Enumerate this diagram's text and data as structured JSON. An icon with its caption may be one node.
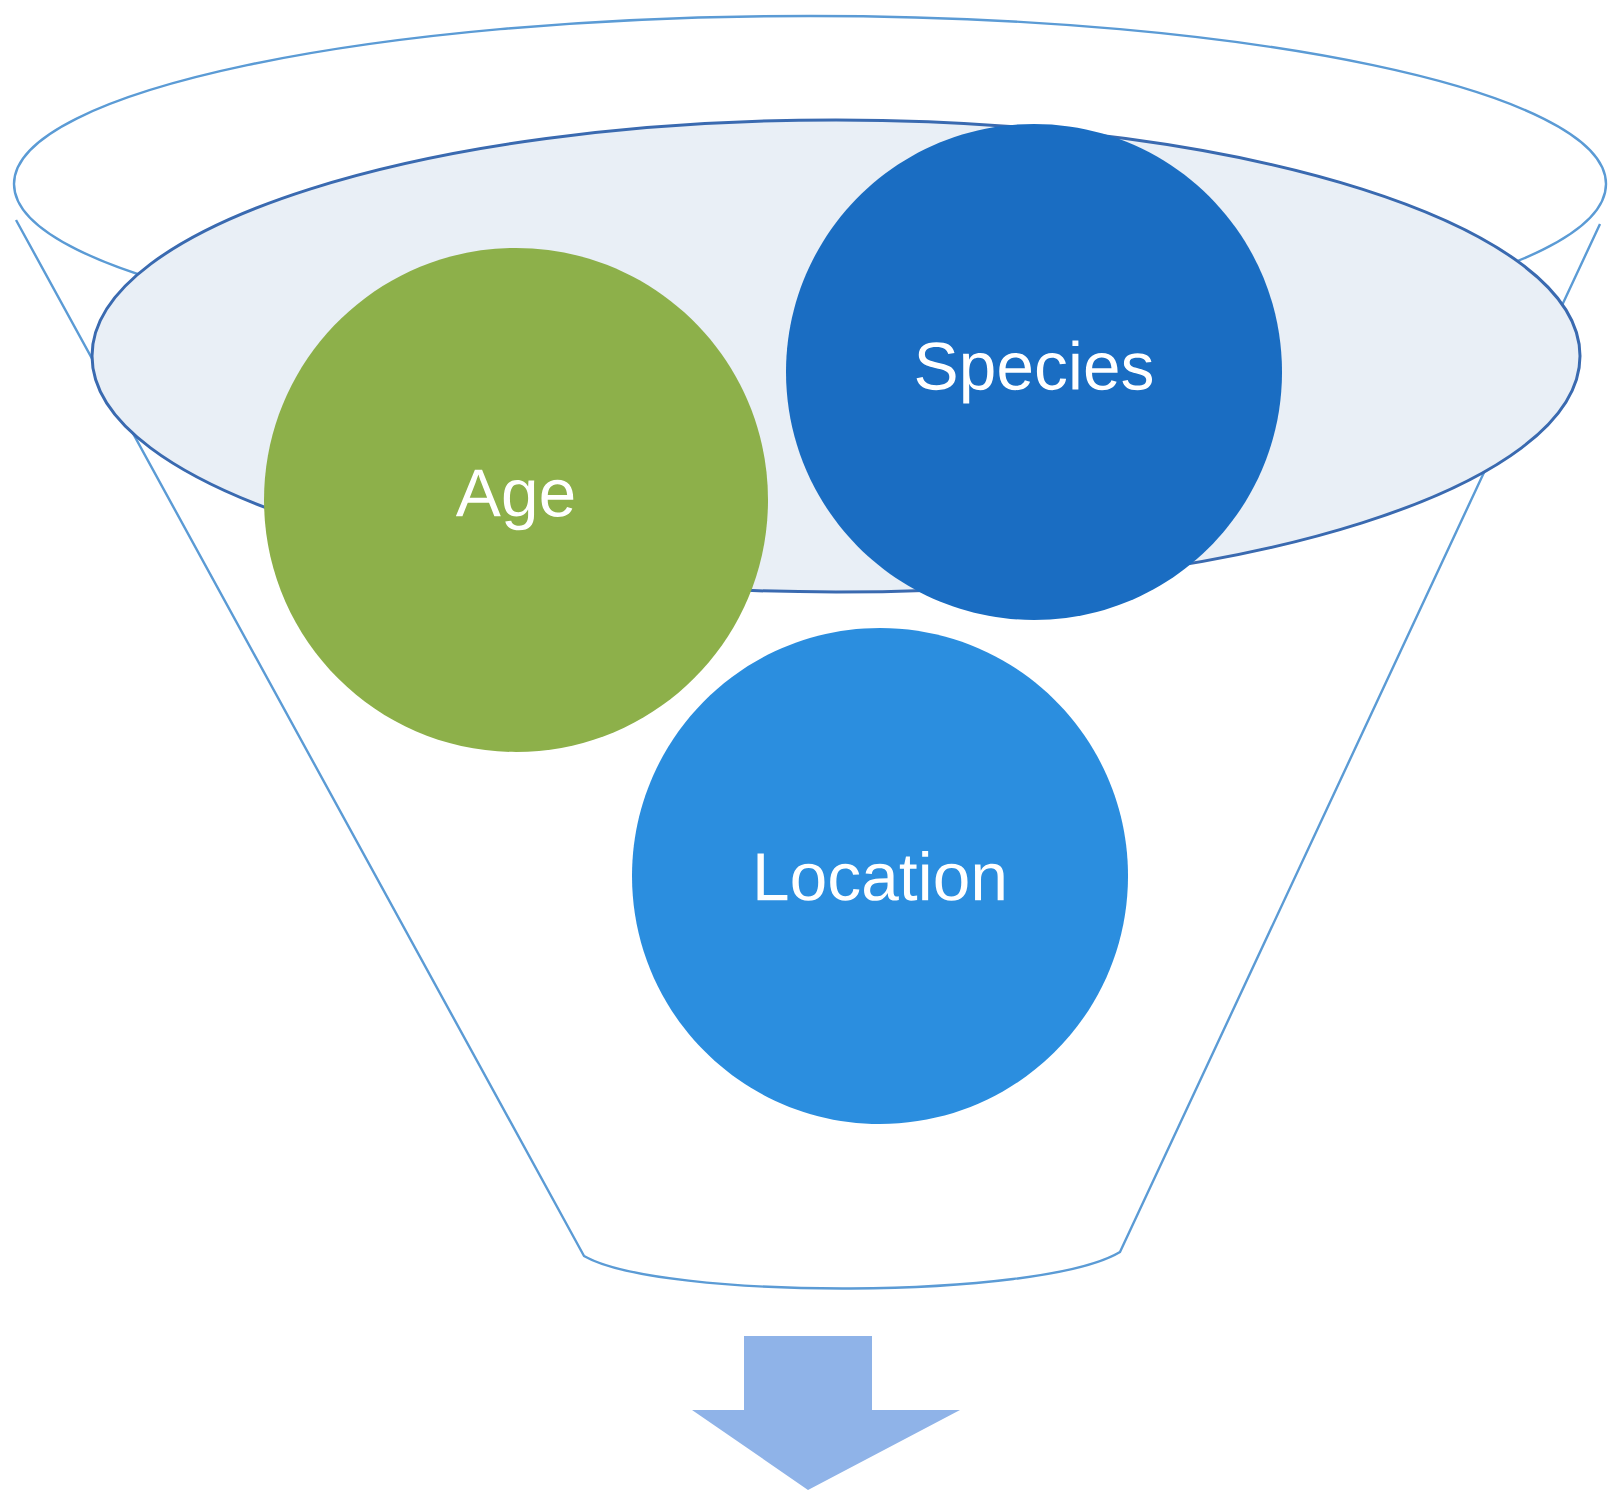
{
  "diagram": {
    "nodes": [
      {
        "text": [
          "Age"
        ]
      },
      {
        "text": [
          "Species"
        ]
      },
      {
        "text": [
          "Location"
        ]
      }
    ]
  }
}
